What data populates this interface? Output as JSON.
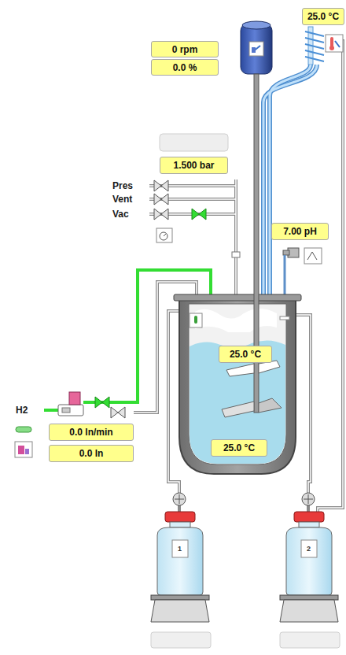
{
  "diagram": {
    "nodes": [
      {
        "text": [
          "25.0 °C"
        ]
      },
      {
        "text": [
          "0 rpm"
        ]
      },
      {
        "text": [
          "0.0 %"
        ]
      },
      {
        "text": [
          "1.500 bar"
        ]
      },
      {
        "text": [
          "7.00 pH"
        ]
      },
      {
        "text": [
          "25.0 °C"
        ]
      },
      {
        "text": [
          "0.0 ln/min"
        ]
      },
      {
        "text": [
          "25.0 °C"
        ]
      },
      {
        "text": [
          "0.0 ln"
        ]
      }
    ],
    "labels": [
      "Pres",
      "Vent",
      "Vac",
      "H2",
      "1",
      "2"
    ]
  }
}
